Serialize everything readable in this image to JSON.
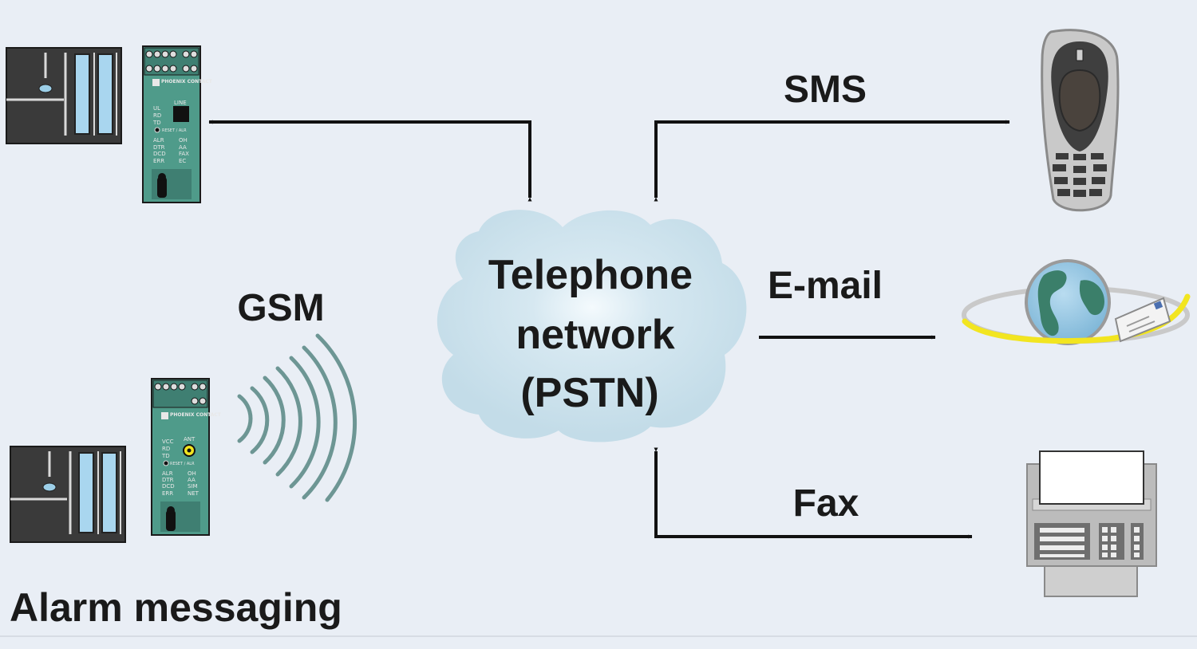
{
  "title": "Alarm messaging",
  "network": {
    "line1": "Telephone",
    "line2": "network",
    "line3": "(PSTN)"
  },
  "links": {
    "sms": "SMS",
    "email": "E-mail",
    "fax": "Fax",
    "gsm": "GSM"
  },
  "device_line_modem": {
    "brand": "PHOENIX CONTACT",
    "port": "LINE",
    "leds_left": [
      "UL",
      "RD",
      "TD"
    ],
    "reset": "RESET / ALR",
    "status_left": [
      "ALR",
      "DTR",
      "DCD",
      "ERR"
    ],
    "status_right": [
      "OH",
      "AA",
      "FAX",
      "EC"
    ]
  },
  "device_gsm_modem": {
    "brand": "PHOENIX CONTACT",
    "port": "ANT",
    "leds_left": [
      "VCC",
      "RD",
      "TD"
    ],
    "reset": "RESET / ALR",
    "status_left": [
      "ALR",
      "DTR",
      "DCD",
      "ERR"
    ],
    "status_right": [
      "OH",
      "AA",
      "SIM",
      "NET"
    ]
  },
  "colors": {
    "background": "#e9eef5",
    "cloud": "#c3dce8",
    "modem_body": "#4f9b8a",
    "plc_body": "#3a3a3a",
    "plc_slot": "#a9d6ef",
    "arrow": "#111111",
    "waves": "#6d9694",
    "orbit": "#f2e520",
    "globe_water": "#8cc3e3",
    "globe_land": "#3b7f6a"
  },
  "icons": [
    "plc-icon",
    "modem-icon",
    "mobile-phone-icon",
    "globe-email-icon",
    "fax-machine-icon",
    "radio-waves-icon"
  ]
}
